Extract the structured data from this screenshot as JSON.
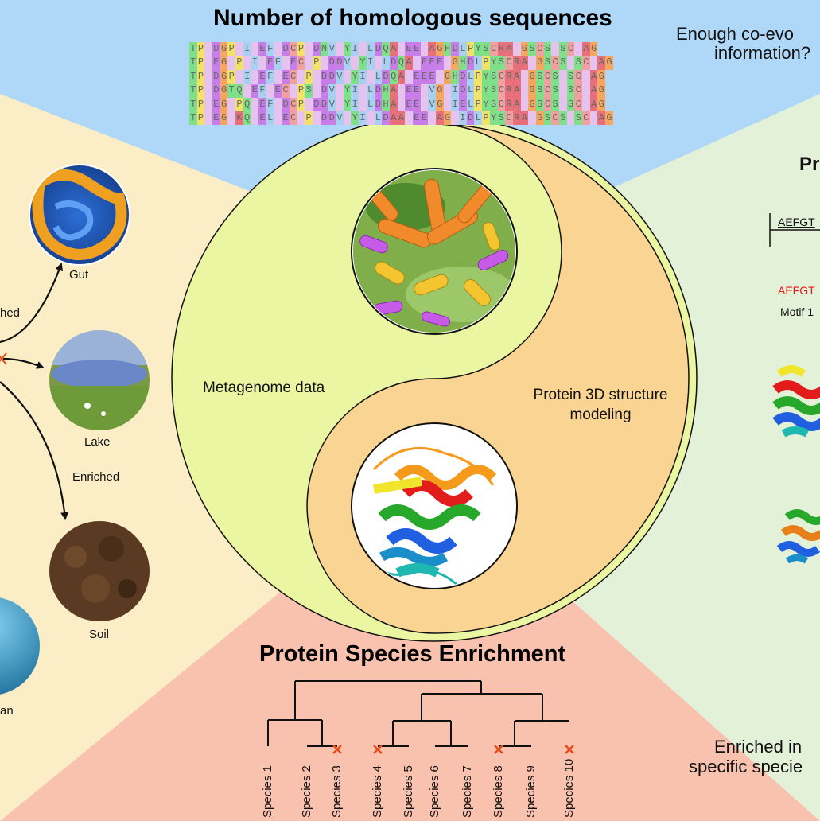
{
  "top": {
    "title": "Number of homologous sequences",
    "question": [
      "Enough co-evo",
      "information?"
    ]
  },
  "msa_rows": [
    "TP DGP I EF DCP DNV YI LDQA EE AGHDLPYSCRA GSCS SC AG",
    "TP EG P I EF EC P DDV YI LDQA EEE GHDLPYSCRA GSCS SC AG",
    "TP DGP I EF EC P DDV YI LDQA EEE GHDLPYSCRA GSCS SC AG",
    "TP DGTQ EF EC PS DV YI LDHA EE VG IDLPYSCRA GSCS SC AG",
    "TP EG PQ EF DCP DDV YI LDHA EE VG IELPYSCRA GSCS SC AG",
    "TP EG KQ EL EC P DDV YI LDAA EE AG IDLPYSCRA GSCS SC AG"
  ],
  "msa_colors": {
    "T": "#7fe08a",
    "P": "#f3e26a",
    "D": "#c87ee8",
    "E": "#c87ee8",
    "G": "#f5a65f",
    "I": "#a8d0f0",
    "F": "#a8d0f0",
    "C": "#f0a0a0",
    "N": "#7fe08a",
    "V": "#a8d0f0",
    "Y": "#7fe08a",
    "L": "#a8d0f0",
    "Q": "#7fe08a",
    "A": "#e8707a",
    "H": "#7fe08a",
    "S": "#7fe08a",
    "R": "#e8707a",
    "K": "#e8707a",
    " ": "#e6c2ee"
  },
  "center": {
    "left_label": "Metagenome data",
    "right_label": [
      "Protein 3D structure",
      "modeling"
    ]
  },
  "environments": {
    "gut": "Gut",
    "lake": "Lake",
    "soil": "Soil",
    "ocean_partial": "an",
    "enriched_partial": "hed",
    "enriched": "Enriched"
  },
  "right_panel": {
    "title_partial": "Pr",
    "seq_partial": "AEFGT",
    "seq_red_partial": "AEFGT",
    "motif_partial": "Motif 1"
  },
  "bottom": {
    "title": "Protein Species Enrichment",
    "species": [
      "Species 1",
      "Species 2",
      "Species 3",
      "Species 4",
      "Species 5",
      "Species 6",
      "Species 7",
      "Species 8",
      "Species 9",
      "Species 10"
    ],
    "marked_species": [
      "Species 3",
      "Species 4",
      "Species 8",
      "Species 10"
    ],
    "enriched_note": [
      "Enriched in",
      "specific specie"
    ]
  },
  "colors": {
    "sky": "#afd8f8",
    "cream": "#fbeec7",
    "mint": "#e4f1d9",
    "salmon": "#f9c2ae",
    "lime": "#eaf6a1",
    "peach": "#fad492",
    "marker": "#e84a1a"
  }
}
